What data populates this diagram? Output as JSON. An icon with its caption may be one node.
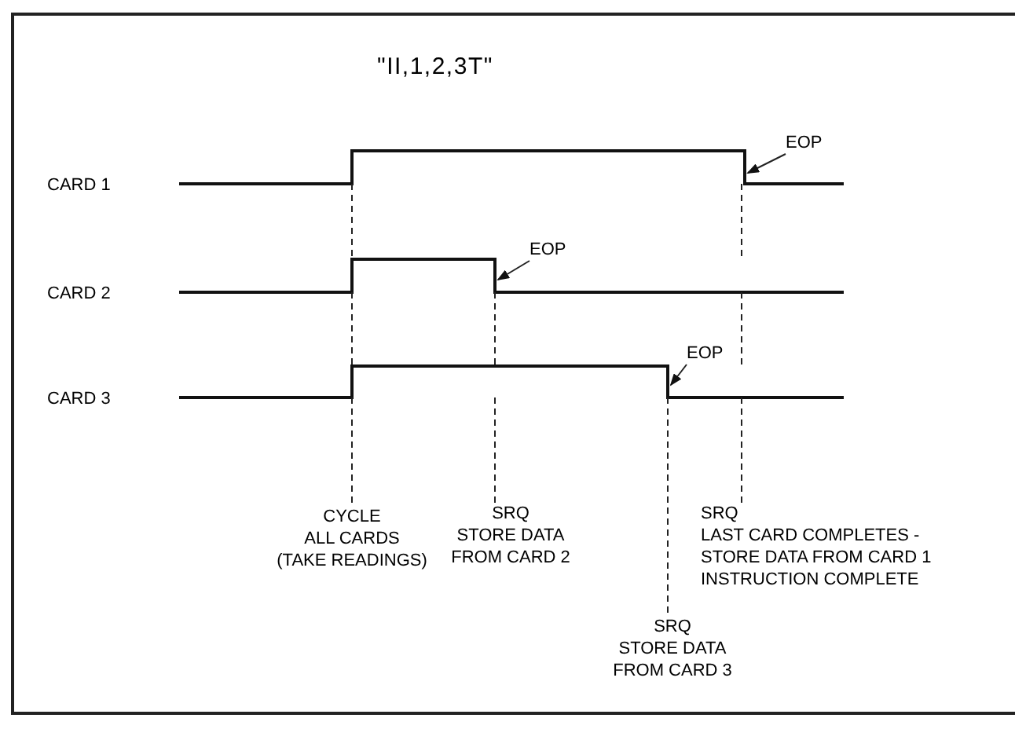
{
  "diagram": {
    "title": "\"II,1,2,3T\"",
    "nodes": [
      {
        "text": [],
        "shape": "waveform",
        "beside": [
          "CARD 1"
        ]
      },
      {
        "text": [],
        "shape": "waveform",
        "beside": [
          "CARD 2"
        ]
      },
      {
        "text": [],
        "shape": "waveform",
        "beside": [
          "CARD 3"
        ]
      },
      {
        "text": [
          "EOP"
        ]
      },
      {
        "text": [
          "EOP"
        ]
      },
      {
        "text": [
          "EOP"
        ]
      },
      {
        "text": [
          "CYCLE",
          "ALL CARDS",
          "(TAKE READINGS)"
        ]
      },
      {
        "text": [
          "SRQ",
          "STORE DATA",
          "FROM CARD 2"
        ]
      },
      {
        "text": [
          "SRQ",
          "STORE DATA",
          "FROM CARD 3"
        ]
      },
      {
        "text": [
          "SRQ",
          "LAST CARD COMPLETES -",
          "STORE DATA FROM CARD 1",
          "INSTRUCTION COMPLETE"
        ]
      }
    ],
    "edges": [
      {
        "from": 3,
        "to": 0,
        "arrow": "to"
      },
      {
        "from": 4,
        "to": 1,
        "arrow": "to"
      },
      {
        "from": 5,
        "to": 2,
        "arrow": "to"
      },
      {
        "from": 0,
        "to": 1,
        "arrow": "none",
        "style": "dashed"
      },
      {
        "from": 1,
        "to": 2,
        "arrow": "none",
        "style": "dashed"
      },
      {
        "from": 2,
        "to": 6,
        "arrow": "none",
        "style": "dashed"
      },
      {
        "from": 1,
        "to": 2,
        "arrow": "none",
        "style": "dashed"
      },
      {
        "from": 2,
        "to": 7,
        "arrow": "none",
        "style": "dashed"
      },
      {
        "from": 2,
        "to": 8,
        "arrow": "none",
        "style": "dashed"
      },
      {
        "from": 0,
        "to": 1,
        "arrow": "none",
        "style": "dashed"
      },
      {
        "from": 1,
        "to": 2,
        "arrow": "none",
        "style": "dashed"
      },
      {
        "from": 2,
        "to": 9,
        "arrow": "none",
        "style": "dashed"
      }
    ]
  }
}
